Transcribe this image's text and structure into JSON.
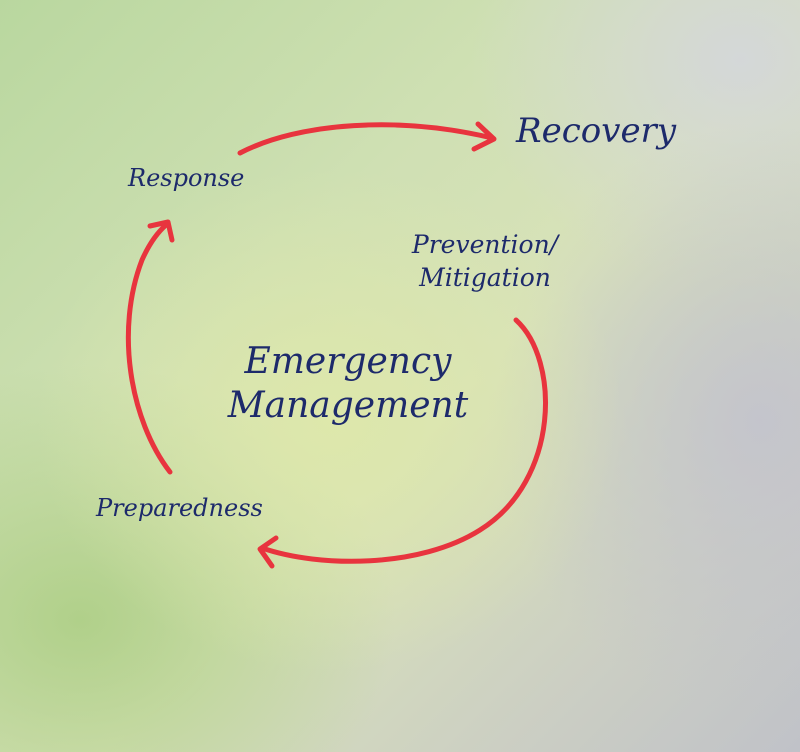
{
  "diagram": {
    "center": {
      "line1": "Emergency",
      "line2": "Management"
    },
    "stages": {
      "recovery": "Recovery",
      "response": "Response",
      "prevention_line1": "Prevention/",
      "prevention_line2": "Mitigation",
      "preparedness": "Preparedness"
    },
    "colors": {
      "arrow": "#e8343e",
      "text": "#1d2a6b"
    }
  }
}
